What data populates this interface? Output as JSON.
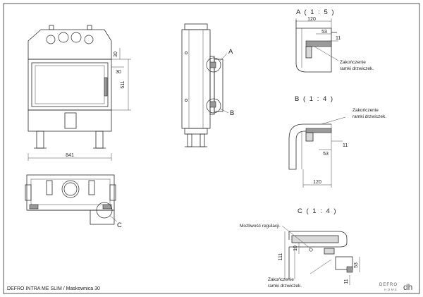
{
  "front_view": {
    "dim_width": "841",
    "dim_height": "511",
    "dim_top": "30",
    "dim_side": "30"
  },
  "side_view": {
    "marker_a": "A",
    "marker_b": "B"
  },
  "top_view": {
    "marker_c": "C"
  },
  "detail_a": {
    "title": "A ( 1 : 5 )",
    "dim_total": "120",
    "dim_mid": "53",
    "dim_small": "11",
    "note_line1": "Zakończenie",
    "note_line2": "ramki drzwiczek."
  },
  "detail_b": {
    "title": "B ( 1 : 4 )",
    "dim_total": "120",
    "dim_mid": "53",
    "dim_small": "11",
    "note_line1": "Zakończenie",
    "note_line2": "ramki drzwiczek."
  },
  "detail_c": {
    "title": "C ( 1 : 4 )",
    "dim_height": "111",
    "dim_gap": "10",
    "dim_right": "53",
    "dim_small": "11",
    "note_reg": "Możliwość regulacji.",
    "note_line1": "Zakończenie",
    "note_line2": "ramki drzwiczek."
  },
  "footer": {
    "caption": "DEFRO INTRA ME SLIM / Maskownica 30",
    "brand_word": "DEFRO",
    "brand_sub": "HOME",
    "brand_mark": "dh"
  }
}
